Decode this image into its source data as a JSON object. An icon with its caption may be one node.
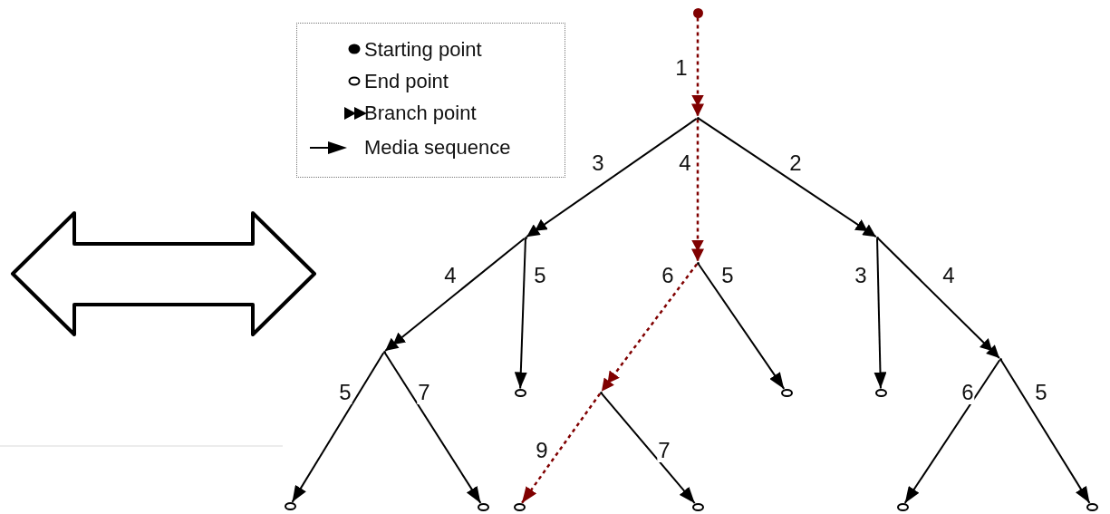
{
  "diagram": {
    "nodes": [
      {
        "text": [],
        "shape": "dot"
      },
      {
        "text": [],
        "shape": "point"
      },
      {
        "text": [],
        "shape": "point"
      },
      {
        "text": [],
        "shape": "point"
      },
      {
        "text": [],
        "shape": "point"
      },
      {
        "text": [],
        "shape": "point"
      },
      {
        "text": [],
        "shape": "circle"
      },
      {
        "text": [],
        "shape": "point"
      },
      {
        "text": [],
        "shape": "circle"
      },
      {
        "text": [],
        "shape": "circle"
      },
      {
        "text": [],
        "shape": "point"
      },
      {
        "text": [],
        "shape": "circle"
      },
      {
        "text": [],
        "shape": "circle"
      },
      {
        "text": [],
        "shape": "circle"
      },
      {
        "text": [],
        "shape": "circle"
      },
      {
        "text": [],
        "shape": "circle"
      },
      {
        "text": [],
        "shape": "circle"
      }
    ],
    "edges": [
      {
        "from": 0,
        "to": 1,
        "arrow": "to",
        "label": "1",
        "style": "dashed",
        "color": "#800000"
      },
      {
        "from": 1,
        "to": 2,
        "arrow": "to",
        "label": "3"
      },
      {
        "from": 1,
        "to": 3,
        "arrow": "to",
        "label": "4",
        "style": "dashed",
        "color": "#800000"
      },
      {
        "from": 1,
        "to": 4,
        "arrow": "to",
        "label": "2"
      },
      {
        "from": 2,
        "to": 5,
        "arrow": "to",
        "label": "4"
      },
      {
        "from": 2,
        "to": 6,
        "arrow": "to",
        "label": "5"
      },
      {
        "from": 3,
        "to": 7,
        "arrow": "to",
        "label": "6",
        "style": "dashed",
        "color": "#800000"
      },
      {
        "from": 3,
        "to": 8,
        "arrow": "to",
        "label": "5"
      },
      {
        "from": 4,
        "to": 9,
        "arrow": "to",
        "label": "3"
      },
      {
        "from": 4,
        "to": 10,
        "arrow": "to",
        "label": "4"
      },
      {
        "from": 5,
        "to": 11,
        "arrow": "to",
        "label": "5"
      },
      {
        "from": 5,
        "to": 12,
        "arrow": "to",
        "label": "7"
      },
      {
        "from": 7,
        "to": 13,
        "arrow": "to",
        "label": "9",
        "style": "dashed",
        "color": "#800000"
      },
      {
        "from": 7,
        "to": 14,
        "arrow": "to",
        "label": "7"
      },
      {
        "from": 10,
        "to": 15,
        "arrow": "to",
        "label": "6"
      },
      {
        "from": 10,
        "to": 16,
        "arrow": "to",
        "label": "5"
      }
    ],
    "legend": [
      {
        "text": "Starting point"
      },
      {
        "text": "End point"
      },
      {
        "text": "Branch point"
      },
      {
        "text": "Media sequence"
      }
    ]
  }
}
